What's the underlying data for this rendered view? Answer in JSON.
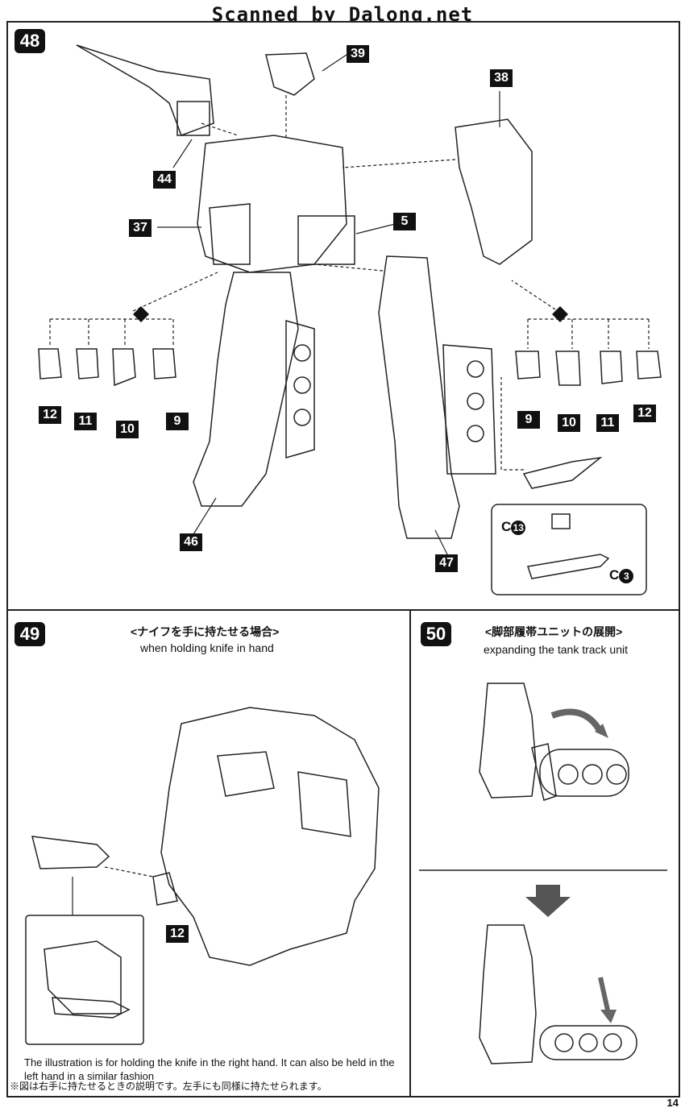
{
  "header": "Scanned by Dalong.net",
  "page_number": "14",
  "step48": {
    "number": "48",
    "parts": {
      "p39": "39",
      "p38": "38",
      "p44": "44",
      "p37": "37",
      "p5": "5",
      "p46": "46",
      "p47": "47",
      "left_hands": [
        "12",
        "11",
        "10",
        "9"
      ],
      "right_hands": [
        "9",
        "10",
        "11",
        "12"
      ]
    },
    "knife_detail": {
      "c13": "C",
      "c13_num": "13",
      "c3": "C",
      "c3_num": "3"
    }
  },
  "step49": {
    "number": "49",
    "title_jp": "<ナイフを手に持たせる場合>",
    "title_en": "when holding knife in hand",
    "part": "12",
    "note_en": "The illustration is for holding the knife in the right hand.  It can also be held in the left hand in a similar fashion",
    "note_jp": "※図は右手に持たせるときの説明です。左手にも同様に持たせられます。"
  },
  "step50": {
    "number": "50",
    "title_jp": "<脚部履帯ユニットの展開>",
    "title_en": "expanding the tank track unit"
  }
}
